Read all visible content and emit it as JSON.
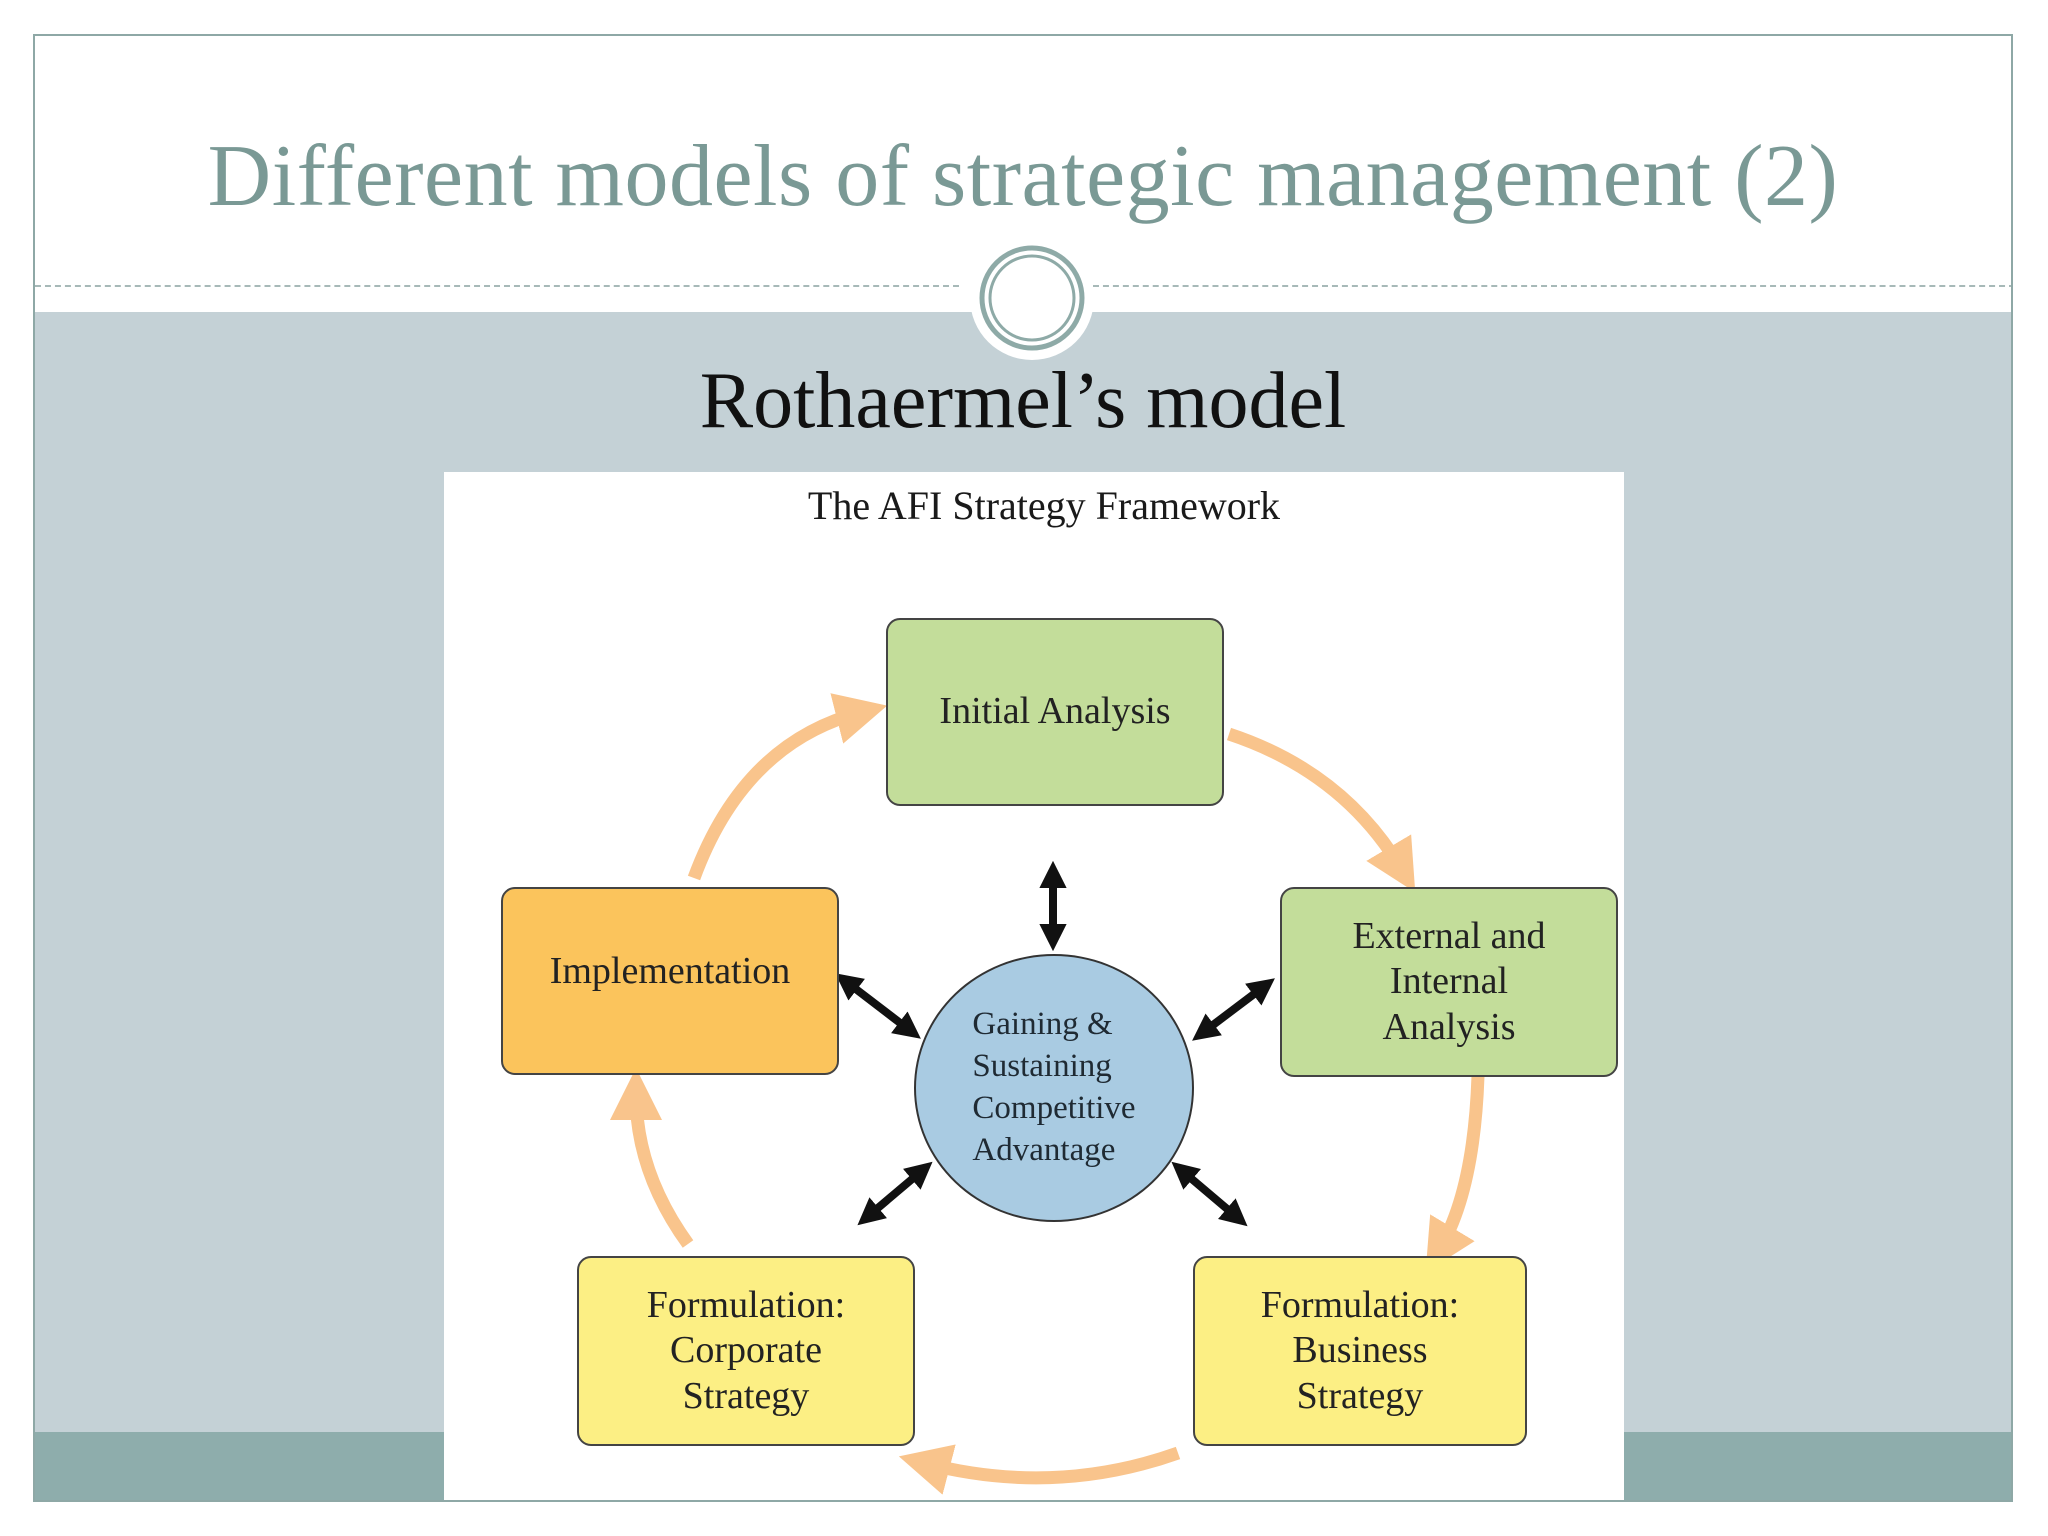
{
  "slide": {
    "title": "Different models of strategic management (2)",
    "subtitle": "Rothaermel’s model"
  },
  "diagram": {
    "title": "The AFI Strategy Framework",
    "center": "Gaining &\nSustaining\nCompetitive\nAdvantage",
    "nodes": {
      "initial_analysis": "Initial Analysis",
      "external_internal": "External and\nInternal\nAnalysis",
      "formulation_business": "Formulation:\nBusiness\nStrategy",
      "formulation_corporate": "Formulation:\nCorporate\nStrategy",
      "implementation": "Implementation"
    },
    "colors": {
      "analysis_green": "#c3dd9a",
      "formulation_yellow": "#fcef84",
      "implementation_orange": "#fbc45c",
      "center_blue": "#a9cbe2",
      "cycle_arrow": "#f9c48c"
    }
  }
}
